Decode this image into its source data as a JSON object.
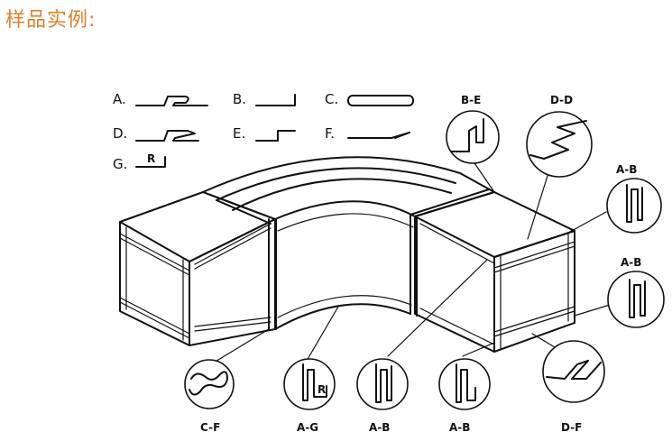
{
  "heading": "样品实例:",
  "legend": [
    {
      "key": "A.",
      "id": "A"
    },
    {
      "key": "B.",
      "id": "B"
    },
    {
      "key": "C.",
      "id": "C"
    },
    {
      "key": "D.",
      "id": "D"
    },
    {
      "key": "E.",
      "id": "E"
    },
    {
      "key": "F.",
      "id": "F"
    },
    {
      "key": "G.",
      "id": "G"
    }
  ],
  "legend_g_letter": "R",
  "details": {
    "be": "B-E",
    "dd": "D-D",
    "ab_upper": "A-B",
    "ab_lower": "A-B",
    "cf": "C-F",
    "ag": "A-G",
    "ab_bottom_left": "A-B",
    "ab_bottom_right": "A-B",
    "df": "D-F"
  },
  "ag_inner_letter": "R"
}
